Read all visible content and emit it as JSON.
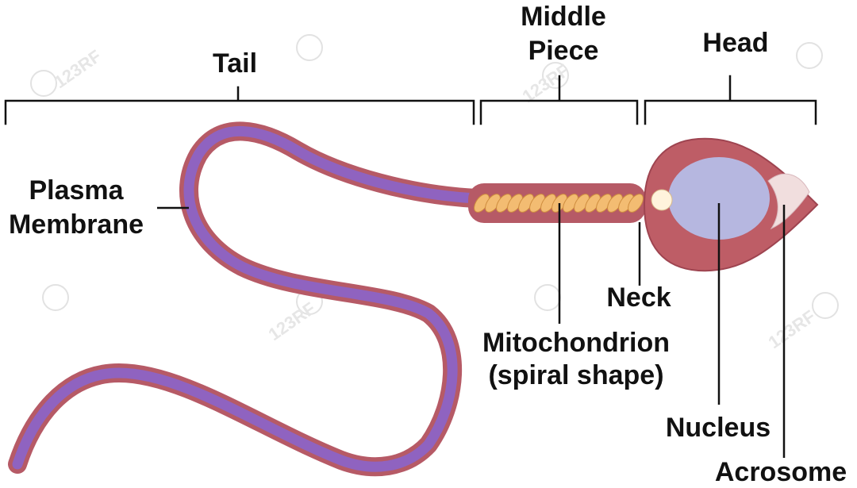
{
  "diagram": {
    "labels": {
      "tail": "Tail",
      "middle_piece_line1": "Middle",
      "middle_piece_line2": "Piece",
      "head": "Head",
      "plasma_membrane_line1": "Plasma",
      "plasma_membrane_line2": "Membrane",
      "neck": "Neck",
      "mitochondrion_line1": "Mitochondrion",
      "mitochondrion_line2": "(spiral shape)",
      "nucleus": "Nucleus",
      "acrosome": "Acrosome"
    },
    "watermark": "123RF",
    "colors": {
      "membrane": "#b65a66",
      "cytoplasm_tail": "#8f63c0",
      "head_fill": "#be5d66",
      "nucleus": "#b6b7e0",
      "acrosome": "#f1dede",
      "mitochondria": "#f3bc72",
      "centriole": "#fff3dc"
    }
  }
}
